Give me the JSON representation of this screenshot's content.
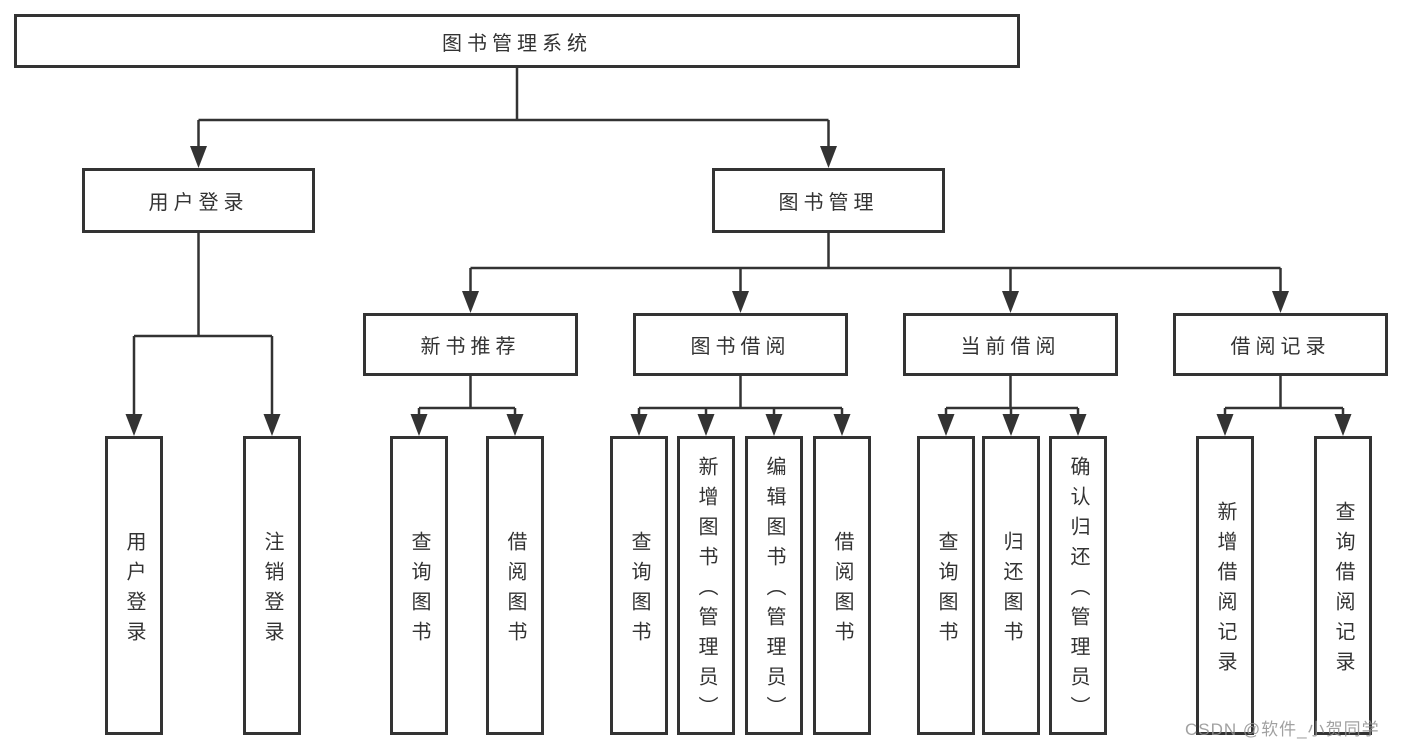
{
  "tree": {
    "root": "图书管理系统",
    "user_login": {
      "label": "用户登录",
      "children": [
        "用户登录",
        "注销登录"
      ]
    },
    "book_mgmt": {
      "label": "图书管理",
      "sections": [
        {
          "label": "新书推荐",
          "children": [
            "查询图书",
            "借阅图书"
          ]
        },
        {
          "label": "图书借阅",
          "children": [
            "查询图书",
            "新增图书（管理员）",
            "编辑图书（管理员）",
            "借阅图书"
          ]
        },
        {
          "label": "当前借阅",
          "children": [
            "查询图书",
            "归还图书",
            "确认归还（管理员）"
          ]
        },
        {
          "label": "借阅记录",
          "children": [
            "新增借阅记录",
            "查询借阅记录"
          ]
        }
      ]
    }
  },
  "watermark": "CSDN @软件_小贺同学",
  "colors": {
    "line": "#333333",
    "text": "#333333",
    "background": "#ffffff",
    "watermark": "#919191"
  }
}
